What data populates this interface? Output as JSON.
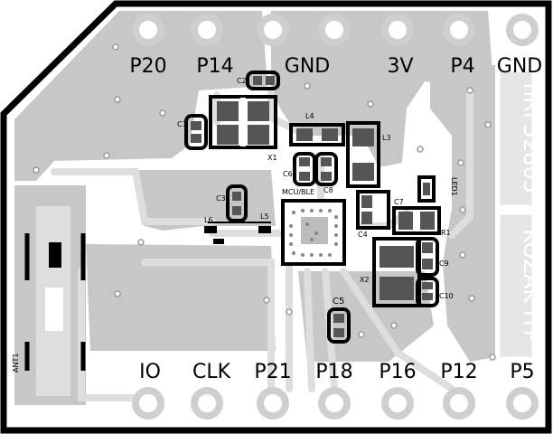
{
  "board": {
    "name": "nRF52805",
    "brand": "KOZAK ITP",
    "antenna": "ANT1",
    "colors": {
      "outline": "#000000",
      "copper": "#c7c7c7",
      "trace": "#dcdcdc",
      "background": "#ffffff",
      "pad_ring": "#cfcfcf",
      "mask": "#000000"
    }
  },
  "pins_top": [
    "P20",
    "P14",
    "GND",
    "3V",
    "P4",
    "GND"
  ],
  "pins_bottom": [
    "IO",
    "CLK",
    "P21",
    "P18",
    "P16",
    "P12",
    "P5"
  ],
  "components": {
    "c1": "C1",
    "c2": "C2",
    "c3": "C3",
    "c4": "C4",
    "c5": "C5",
    "c6": "C6",
    "c7": "C7",
    "c8": "C8",
    "c9": "C9",
    "c10": "C10",
    "l3": "L3",
    "l4": "L4",
    "l5": "L5",
    "l6": "L6",
    "r1": "R1",
    "x1": "X1",
    "x2": "X2",
    "led1": "LED1",
    "mcu": "MCU/BLE"
  }
}
